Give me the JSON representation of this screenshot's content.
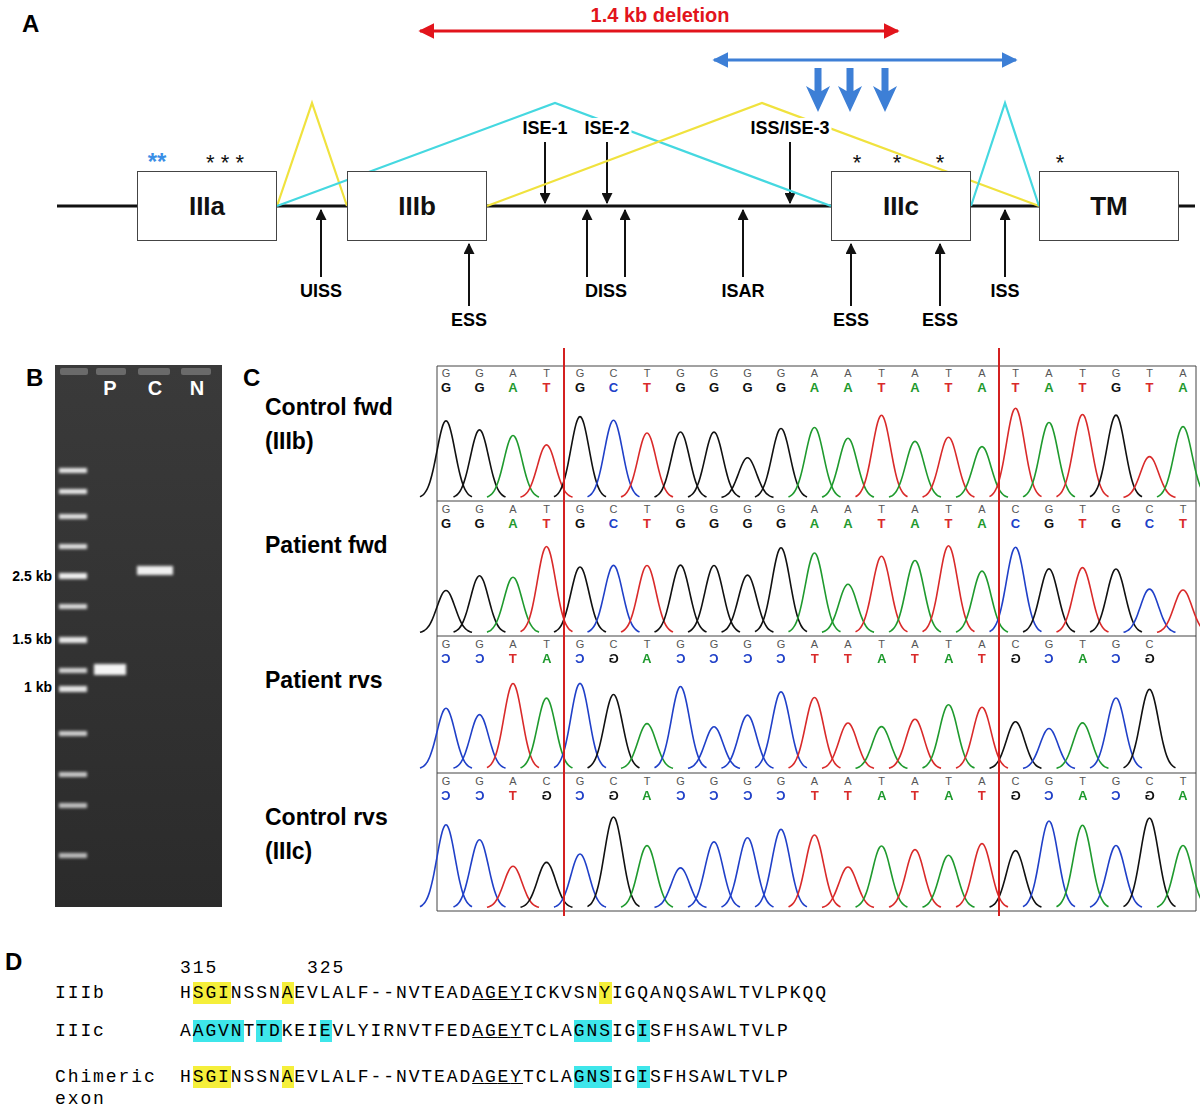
{
  "diagram": {
    "nodes": [
      {
        "text": [
          "IIIa"
        ]
      },
      {
        "text": [
          "IIIb"
        ]
      },
      {
        "text": [
          "IIIc"
        ]
      },
      {
        "text": [
          "TM"
        ]
      }
    ],
    "edges": [
      {
        "from": 0,
        "to": 1,
        "arrow": "none"
      },
      {
        "from": 0,
        "to": 2,
        "arrow": "none"
      },
      {
        "from": 1,
        "to": 3,
        "arrow": "none"
      },
      {
        "from": 2,
        "to": 3,
        "arrow": "none"
      }
    ],
    "labels": [
      "A",
      "1.4 kb deletion",
      "**",
      "* * *",
      "*",
      "*",
      "*",
      "*",
      "ISE-1",
      "ISE-2",
      "ISS/ISE-3",
      "UISS",
      "ESS",
      "DISS",
      "ISAR",
      "ESS",
      "ESS",
      "ISS",
      "B",
      "P",
      "C",
      "N",
      "2.5 kb",
      "1.5 kb",
      "1 kb",
      "C",
      "Control fwd (IIIb)",
      "Patient fwd",
      "Patient rvs",
      "Control rvs (IIIc)",
      "GGATGCTGGGGAATATATATGTA",
      "GGATGCTGGGGAATATATATGTA",
      "GGATGCTGGGGAATATACGTGCT",
      "GGATGCTGGGGAATATACGTGCT",
      "GGATGCTGGGGAATATACGTGC",
      "CCTACGACCCCTTATATGCACG",
      "GGACGCTGGGGAATATACGTGCT",
      "CCTGCGACCCCTTATATGCACGA",
      "D",
      "315",
      "325",
      "IIIb",
      "HSGINSSNAEVLALF--NVTEADAGEYICKVSNYIGQANQSAWLTVLPKQQ",
      "IIIc",
      "AAGVNTTDKEIEVLYIRNVTFEDAGEYTCLAGNSIGISFHSAWLTVLP",
      "Chimeric exon",
      "HSGINSSNAEVLALF--NVTEADAGEYTCLAGNSIGISFHSAWLTVLP"
    ]
  }
}
